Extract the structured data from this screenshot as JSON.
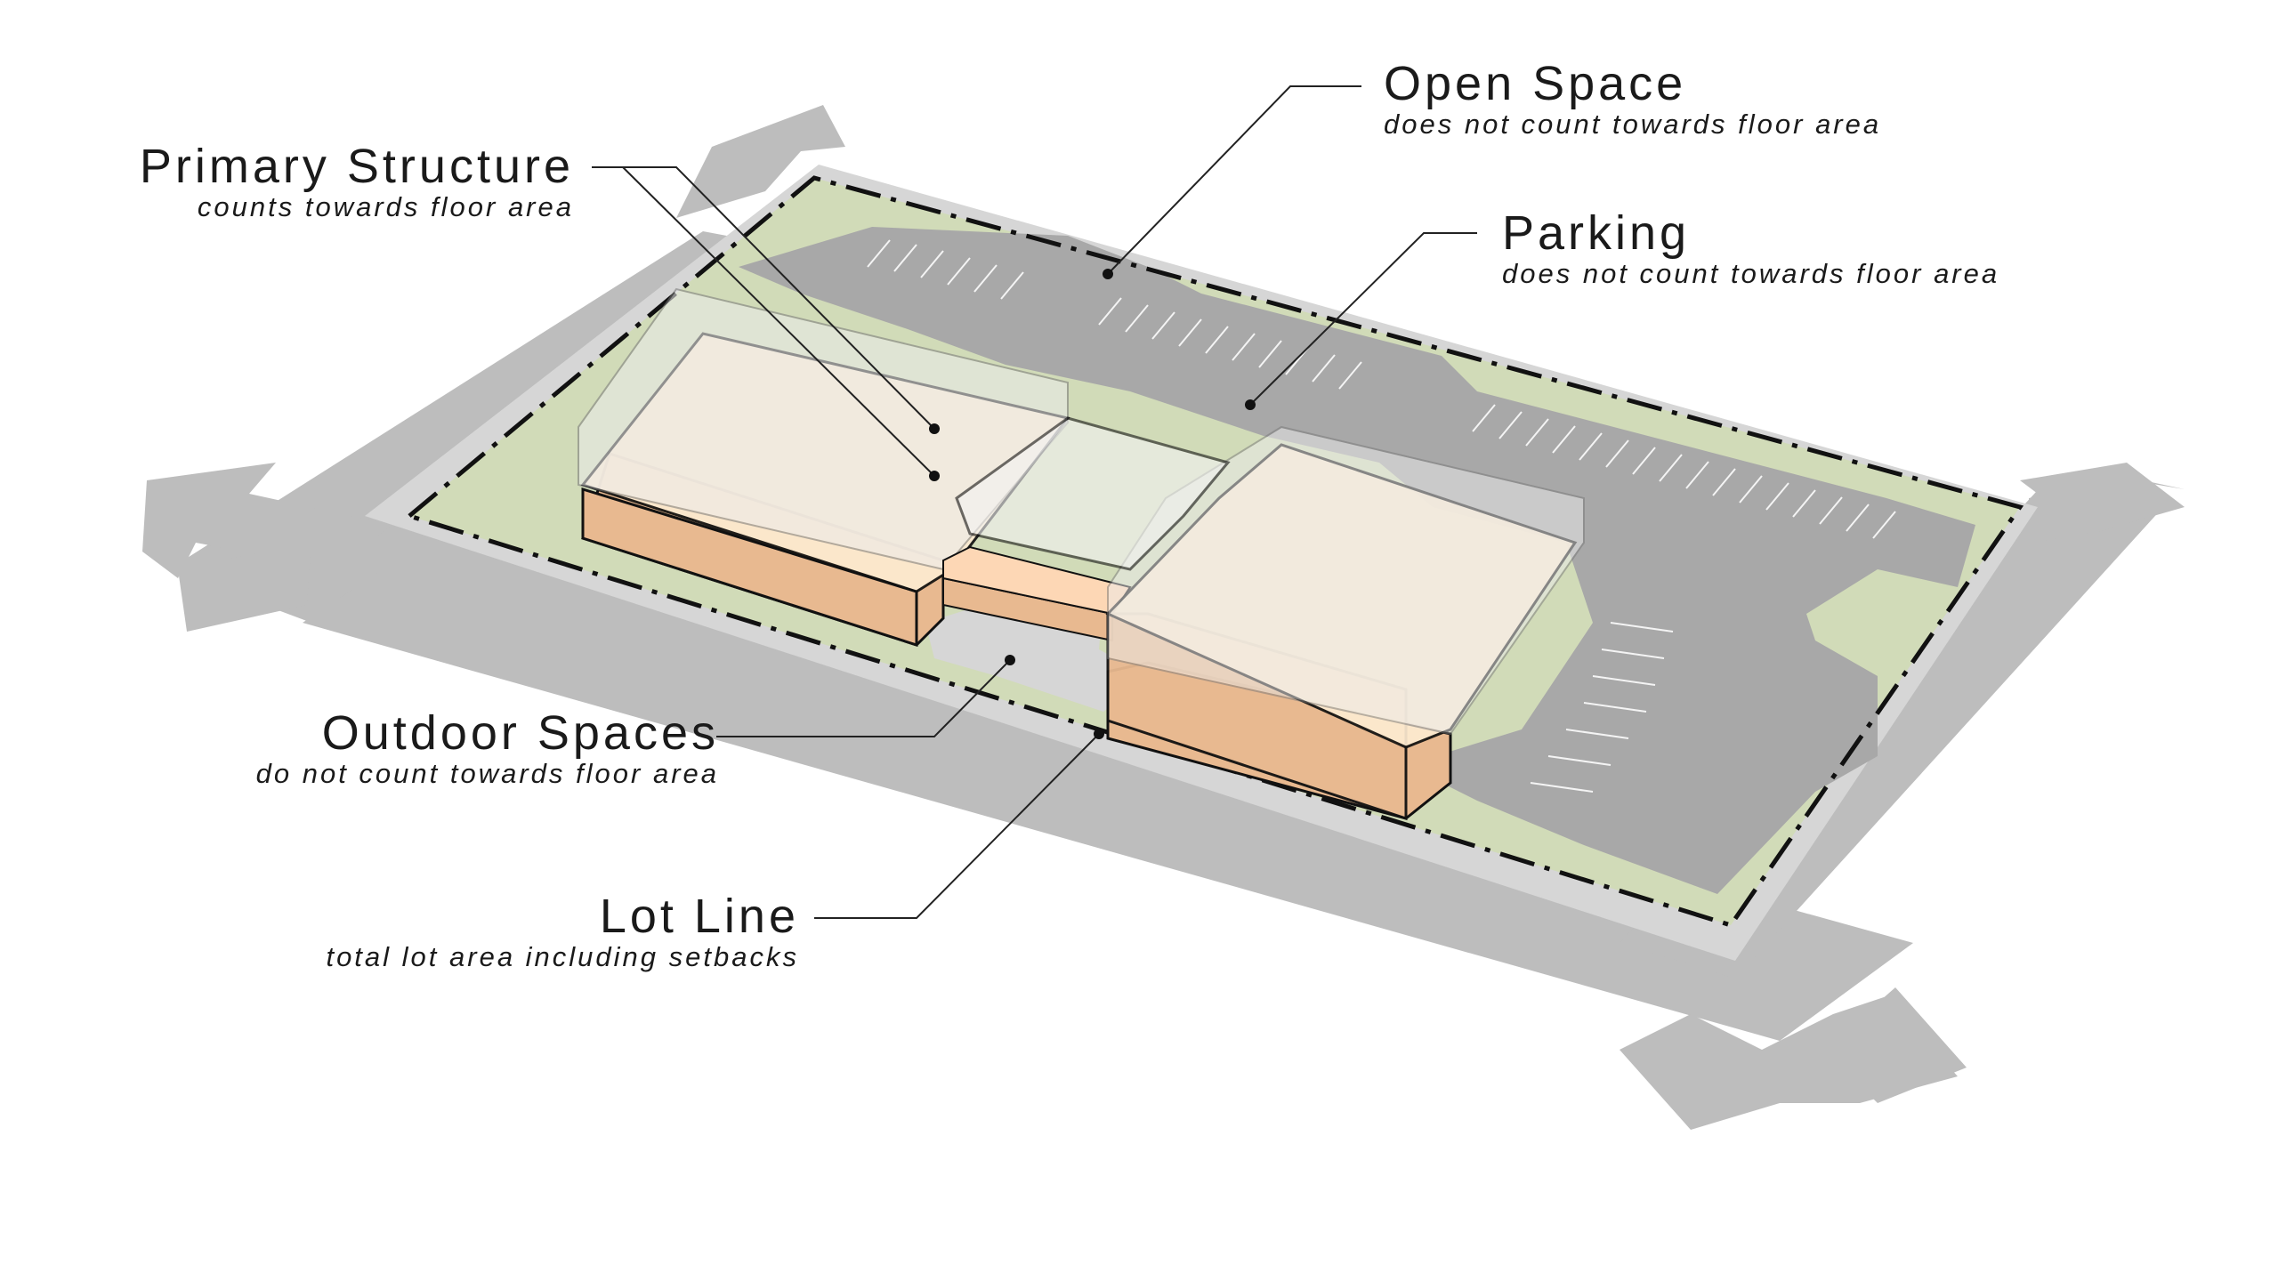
{
  "labels": {
    "primary_structure": {
      "title": "Primary Structure",
      "subtitle": "counts towards floor area"
    },
    "open_space": {
      "title": "Open Space",
      "subtitle": "does not count towards floor area"
    },
    "parking": {
      "title": "Parking",
      "subtitle": "does not count towards floor area"
    },
    "outdoor_spaces": {
      "title": "Outdoor Spaces",
      "subtitle": "do not count towards floor area"
    },
    "lot_line": {
      "title": "Lot Line",
      "subtitle": "total lot area including setbacks"
    }
  },
  "colors": {
    "background": "#ffffff",
    "street": "#bdbdbd",
    "sidewalk": "#d6d6d6",
    "open_space": "#d1dbb8",
    "parking": "#a8a8a8",
    "parking_stripe": "#f4f4f4",
    "building_top": "#fdebd1",
    "building_side": "#e8b990",
    "building_glass": "#ececec",
    "outline": "#111111"
  }
}
